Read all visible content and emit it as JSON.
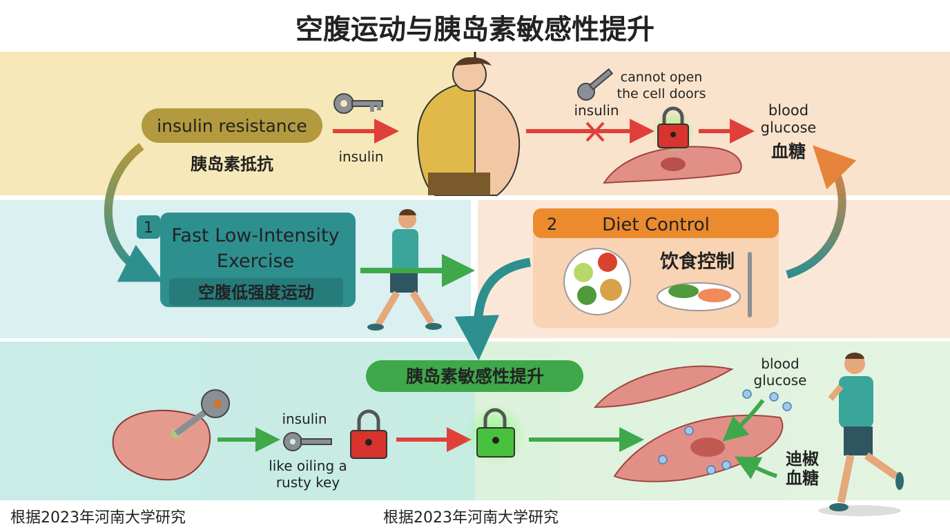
{
  "title": "空腹运动与胰岛素敏感性提升",
  "top_left": {
    "pill": "insulin resistance",
    "pill_cn": "胰岛素抵抗",
    "arrow_label": "insulin"
  },
  "top_right": {
    "note_line1": "cannot open",
    "note_line2": "the cell doors",
    "insulin_label": "insulin",
    "glucose_line1": "blood",
    "glucose_line2": "glucose",
    "glucose_cn": "血糖"
  },
  "exercise": {
    "number": "1",
    "line1": "Fast Low-Intensity",
    "line2": "Exercise",
    "cn": "空腹低强度运动"
  },
  "diet": {
    "number": "2",
    "title": "Diet Control",
    "cn": "饮食控制"
  },
  "bottom": {
    "pill": "胰岛素敏感性提升",
    "insulin_label": "insulin",
    "oil_line1": "like oiling a",
    "oil_line2": "rusty key",
    "glucose_line1": "blood",
    "glucose_line2": "glucose",
    "cn_line1": "迪椒",
    "cn_line2": "血糖"
  },
  "footer": {
    "left": "根据2023年河南大学研究",
    "center": "根据2023年河南大学研究"
  },
  "colors": {
    "olive": "#b39a3e",
    "teal": "#2e8f8f",
    "orange": "#ec8a2e",
    "green": "#3ea84a",
    "red": "#e0403a"
  }
}
